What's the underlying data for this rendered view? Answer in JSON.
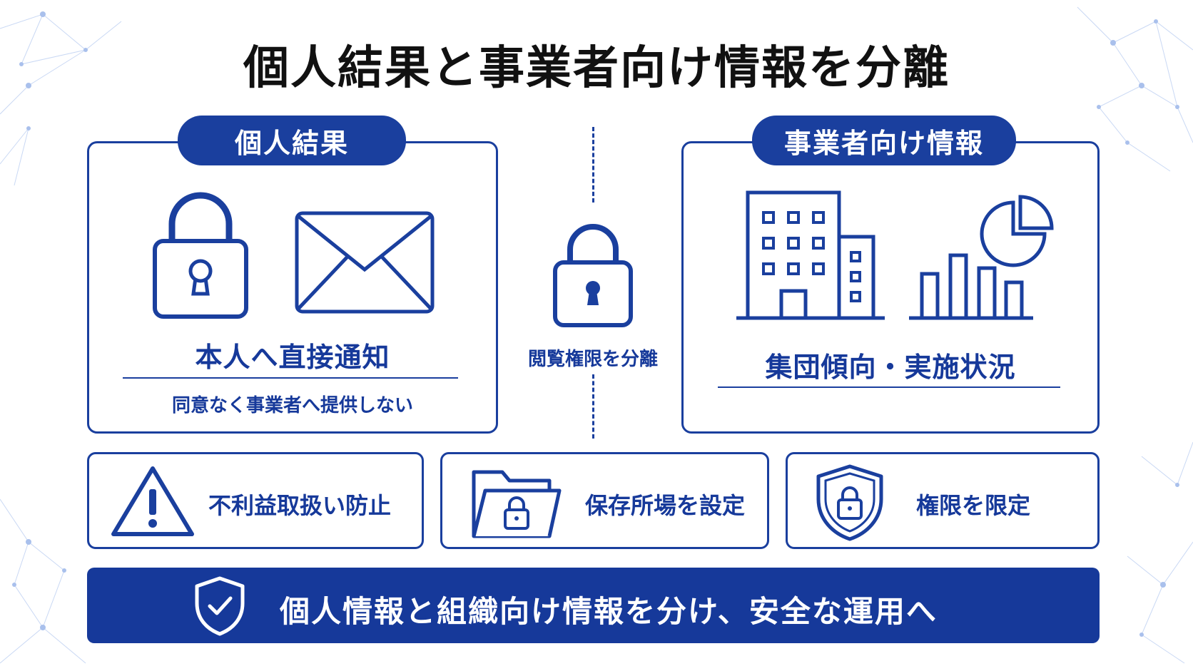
{
  "title": "個人結果と事業者向け情報を分離",
  "left_panel": {
    "header": "個人結果",
    "label": "本人へ直接通知",
    "sublabel": "同意なく事業者へ提供しない",
    "icons": [
      "padlock-icon",
      "envelope-icon"
    ]
  },
  "center": {
    "icon": "padlock-icon",
    "label": "閲覧権限を分離"
  },
  "right_panel": {
    "header": "事業者向け情報",
    "label": "集団傾向・実施状況",
    "icons": [
      "building-icon",
      "bar-chart-icon",
      "pie-chart-icon"
    ]
  },
  "cards": [
    {
      "icon": "warning-icon",
      "label": "不利益取扱い防止"
    },
    {
      "icon": "locked-folder-icon",
      "label": "保存所場を設定"
    },
    {
      "icon": "shield-lock-icon",
      "label": "権限を限定"
    }
  ],
  "banner": {
    "icon": "shield-check-icon",
    "text": "個人情報と組織向け情報を分け、安全な運用へ"
  },
  "colors": {
    "primary": "#1a3f9e",
    "title": "#111111",
    "background": "#ffffff",
    "network": "#a9c0ec"
  }
}
